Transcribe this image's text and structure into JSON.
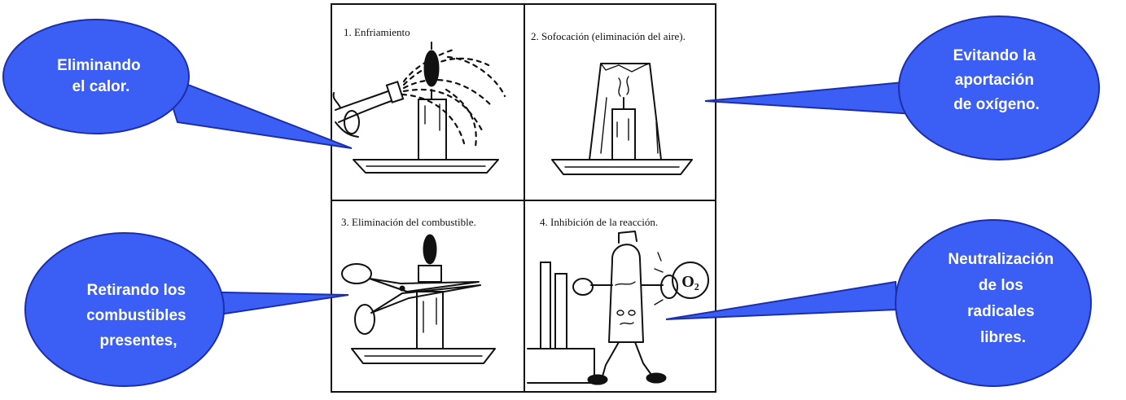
{
  "panels": [
    {
      "title": "1. Enfriamiento"
    },
    {
      "title": "2. Sofocación (eliminación del aire)."
    },
    {
      "title": "3. Eliminación del combustible."
    },
    {
      "title": "4. Inhibición de la reacción."
    }
  ],
  "callouts": [
    {
      "lines": [
        "Eliminando",
        "el calor."
      ]
    },
    {
      "lines": [
        "Evitando la",
        "aportación",
        "de oxígeno."
      ]
    },
    {
      "lines": [
        "Retirando los",
        "combustibles",
        "presentes,"
      ]
    },
    {
      "lines": [
        "Neutralización",
        "de los",
        "radicales",
        "libres."
      ]
    }
  ],
  "colors": {
    "bubble_fill": "#3B5EF5",
    "bubble_stroke": "#1C2FA8",
    "ink": "#111111"
  },
  "icons": [
    "candle",
    "water-hose",
    "glass-cover",
    "scissors",
    "fire-extinguisher",
    "oxygen-symbol"
  ],
  "labels": {
    "o2_symbol": "O₂"
  }
}
